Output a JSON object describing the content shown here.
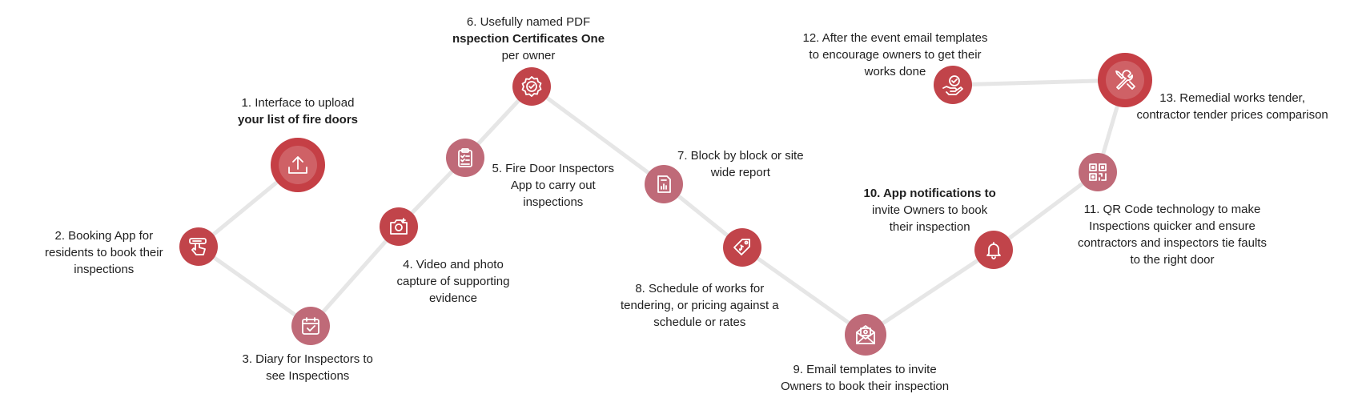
{
  "colors": {
    "node_red": "#c1444a",
    "node_pink": "#bf6a78",
    "node_large": "#c53f45",
    "connector": "#e6e6e6",
    "icon_stroke": "#ffffff",
    "text": "#1f1f1f"
  },
  "steps": [
    {
      "id": 1,
      "icon": "upload-icon",
      "lines": [
        "1. Interface to upload",
        "your list of fire doors"
      ]
    },
    {
      "id": 2,
      "icon": "hand-tap-icon",
      "lines": [
        "2. Booking App for",
        "residents to book their",
        "inspections"
      ]
    },
    {
      "id": 3,
      "icon": "calendar-check-icon",
      "lines": [
        "3. Diary for Inspectors to",
        "see Inspections"
      ]
    },
    {
      "id": 4,
      "icon": "camera-icon",
      "lines": [
        "4. Video and photo",
        "capture of supporting",
        "evidence"
      ]
    },
    {
      "id": 5,
      "icon": "clipboard-checklist-icon",
      "lines": [
        "5. Fire Door Inspectors",
        "App to carry out",
        "inspections"
      ]
    },
    {
      "id": 6,
      "icon": "certificate-badge-icon",
      "lines": [
        "6. Usefully named PDF",
        "nspection Certificates One",
        "per owner"
      ]
    },
    {
      "id": 7,
      "icon": "report-document-icon",
      "lines": [
        "7. Block by block or site",
        "wide report"
      ]
    },
    {
      "id": 8,
      "icon": "price-tag-icon",
      "lines": [
        "8. Schedule of works for",
        "tendering, or pricing against a",
        "schedule or rates"
      ]
    },
    {
      "id": 9,
      "icon": "email-envelope-icon",
      "lines": [
        "9. Email templates to invite",
        "Owners to book their inspection"
      ]
    },
    {
      "id": 10,
      "icon": "bell-icon",
      "lines": [
        "10. App notifications to",
        "invite Owners to book",
        "their inspection"
      ]
    },
    {
      "id": 11,
      "icon": "qr-code-icon",
      "lines": [
        "11. QR Code technology to make",
        "Inspections quicker and ensure",
        "contractors and inspectors tie faults",
        "to the right door"
      ]
    },
    {
      "id": 12,
      "icon": "hand-check-icon",
      "lines": [
        "12. After the event email templates",
        "to encourage owners to get their",
        "works done"
      ]
    },
    {
      "id": 13,
      "icon": "wrench-screwdriver-icon",
      "lines": [
        "13. Remedial works tender,",
        "contractor tender prices comparison"
      ]
    }
  ]
}
